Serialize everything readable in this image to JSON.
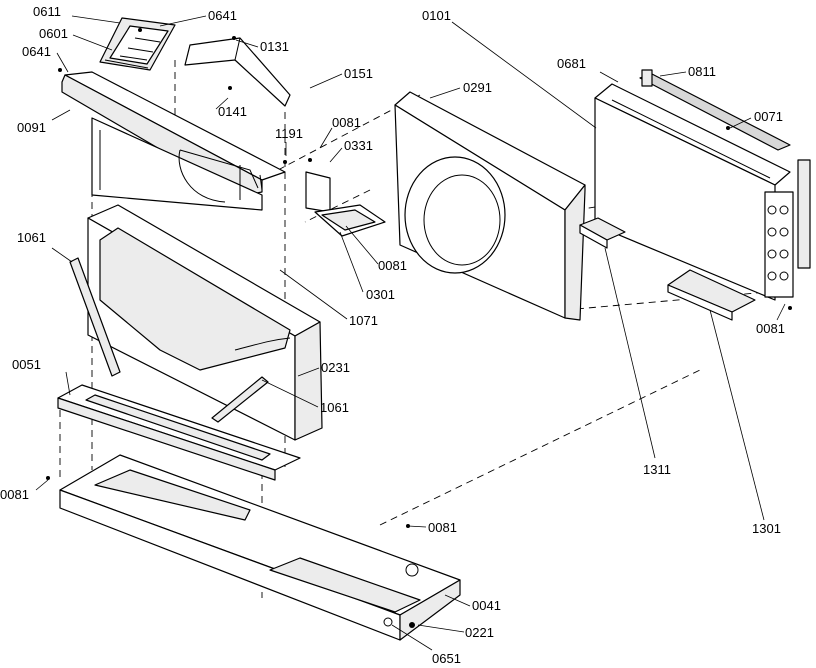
{
  "labels": {
    "l0611": "0611",
    "l0641a": "0641",
    "l0601": "0601",
    "l0641b": "0641",
    "l0131": "0131",
    "l0151": "0151",
    "l0141": "0141",
    "l0091": "0091",
    "l1191": "1191",
    "l0081a": "0081",
    "l0331": "0331",
    "l0291": "0291",
    "l0101": "0101",
    "l0681": "0681",
    "l0811": "0811",
    "l0071": "0071",
    "l1061a": "1061",
    "l0081b": "0081",
    "l0301": "0301",
    "l1071": "1071",
    "l0081c": "0081",
    "l0051": "0051",
    "l0231": "0231",
    "l1061b": "1061",
    "l1311": "1311",
    "l0081d": "0081",
    "l0081e": "0081",
    "l1301": "1301",
    "l0041": "0041",
    "l0221": "0221",
    "l0651": "0651"
  }
}
